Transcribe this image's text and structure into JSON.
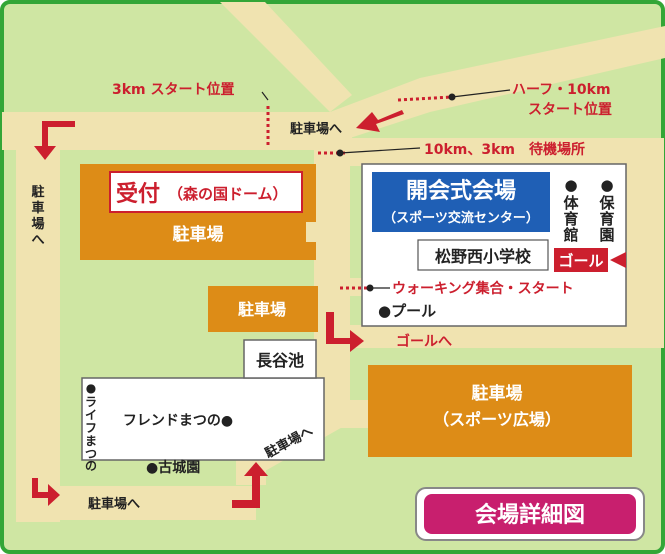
{
  "title": "会場詳細図",
  "colors": {
    "background": "#cfe6a3",
    "border": "#33a637",
    "road": "#f0e3b0",
    "parking": "#dd8c17",
    "red": "#cc1f2e",
    "blue": "#1f5fb5",
    "title_bg": "#c81f6e"
  },
  "labels": {
    "start_3km": "3km スタート位置",
    "start_half_line1": "ハーフ・10km",
    "start_half_line2": "スタート位置",
    "parking_arrow_top": "駐車場へ",
    "waiting_area": "10km、3km　待機場所",
    "parking_arrow_left": "駐車場へ",
    "walking_start": "ウォーキング集合・スタート",
    "to_goal": "ゴールへ",
    "parking_arrow_diag": "駐車場へ",
    "parking_arrow_bottom": "駐車場へ"
  },
  "places": {
    "reception_main": "受付",
    "reception_sub": "（森の国ドーム）",
    "parking_dome": "駐車場",
    "parking_small": "駐車場",
    "opening_main": "開会式会場",
    "opening_sub": "（スポーツ交流センター）",
    "gym": "●体育館",
    "nursery": "●保育園",
    "school": "松野西小学校",
    "goal": "ゴール",
    "pool": "●プール",
    "hasegawa_pond": "長谷池",
    "parking_sports": "駐車場",
    "parking_sports_sub": "（スポーツ広場）",
    "life_matsuno": "●ライフまつの",
    "friend_matsuno": "フレンドまつの●",
    "kojoen": "●古城園"
  }
}
